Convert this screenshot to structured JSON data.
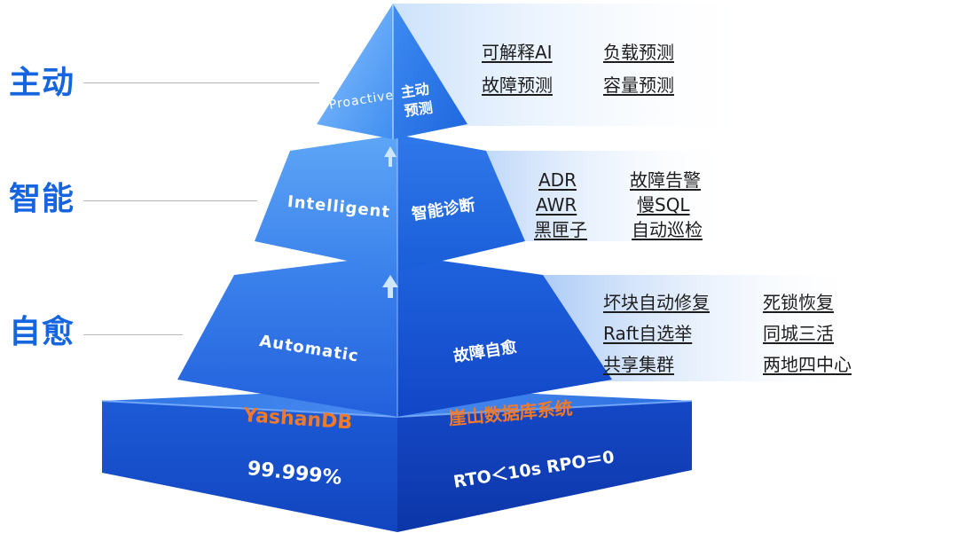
{
  "levels": {
    "proactive": {
      "side_label": "主动",
      "en": "Proactive",
      "zh_line1": "主动",
      "zh_line2": "预测",
      "features": [
        "可解释AI",
        "负载预测",
        "故障预测",
        "容量预测"
      ]
    },
    "intelligent": {
      "side_label": "智能",
      "en": "Intelligent",
      "zh": "智能诊断",
      "features": [
        "ADR",
        "故障告警",
        "AWR",
        "慢SQL",
        "黑匣子",
        "自动巡检"
      ]
    },
    "automatic": {
      "side_label": "自愈",
      "en": "Automatic",
      "zh": "故障自愈",
      "features": [
        "坏块自动修复",
        "死锁恢复",
        "Raft自选举",
        "同城三活",
        "共享集群",
        "两地四中心"
      ]
    }
  },
  "base": {
    "brand_en": "YashanDB",
    "brand_zh": "崖山数据库系统",
    "availability": "99.999%",
    "rto_rpo": "RTO＜10s RPO＝0"
  },
  "colors": {
    "label_blue": "#1565e0",
    "brand_orange": "#f07a2a",
    "pyramid_light": "#5aa6f5",
    "pyramid_mid": "#2a74e8",
    "pyramid_dark": "#0d44c2"
  }
}
